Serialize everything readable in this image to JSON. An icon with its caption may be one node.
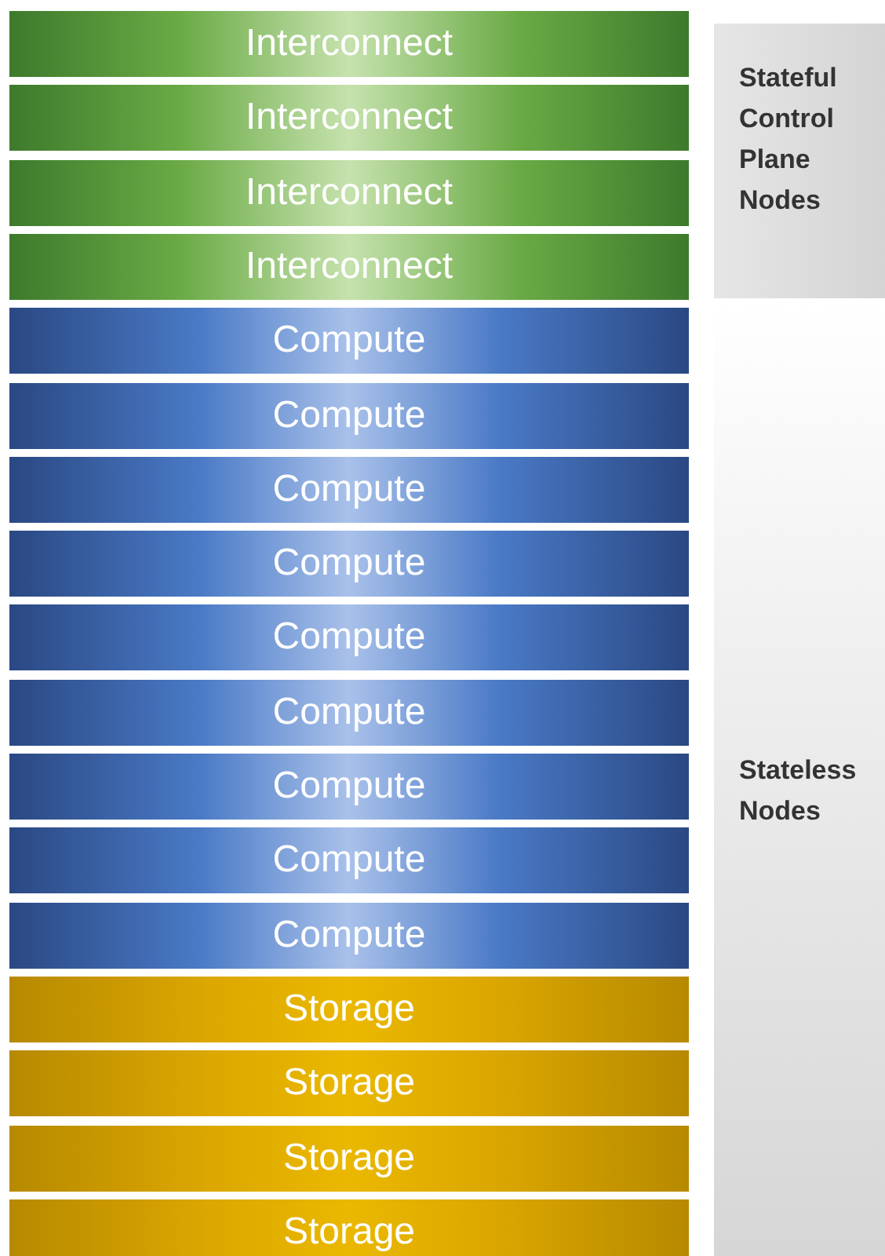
{
  "diagram": {
    "nodes": [
      {
        "text": [
          "Interconnect"
        ]
      },
      {
        "text": [
          "Interconnect"
        ]
      },
      {
        "text": [
          "Interconnect"
        ]
      },
      {
        "text": [
          "Interconnect"
        ]
      },
      {
        "text": [
          "Compute"
        ]
      },
      {
        "text": [
          "Compute"
        ]
      },
      {
        "text": [
          "Compute"
        ]
      },
      {
        "text": [
          "Compute"
        ]
      },
      {
        "text": [
          "Compute"
        ]
      },
      {
        "text": [
          "Compute"
        ]
      },
      {
        "text": [
          "Compute"
        ]
      },
      {
        "text": [
          "Compute"
        ]
      },
      {
        "text": [
          "Compute"
        ]
      },
      {
        "text": [
          "Storage"
        ]
      },
      {
        "text": [
          "Storage"
        ]
      },
      {
        "text": [
          "Storage"
        ]
      },
      {
        "text": [
          "Storage"
        ]
      },
      {
        "text": [
          "Stateful Control Plane Nodes"
        ]
      },
      {
        "text": [
          "Stateless Nodes"
        ]
      }
    ]
  }
}
